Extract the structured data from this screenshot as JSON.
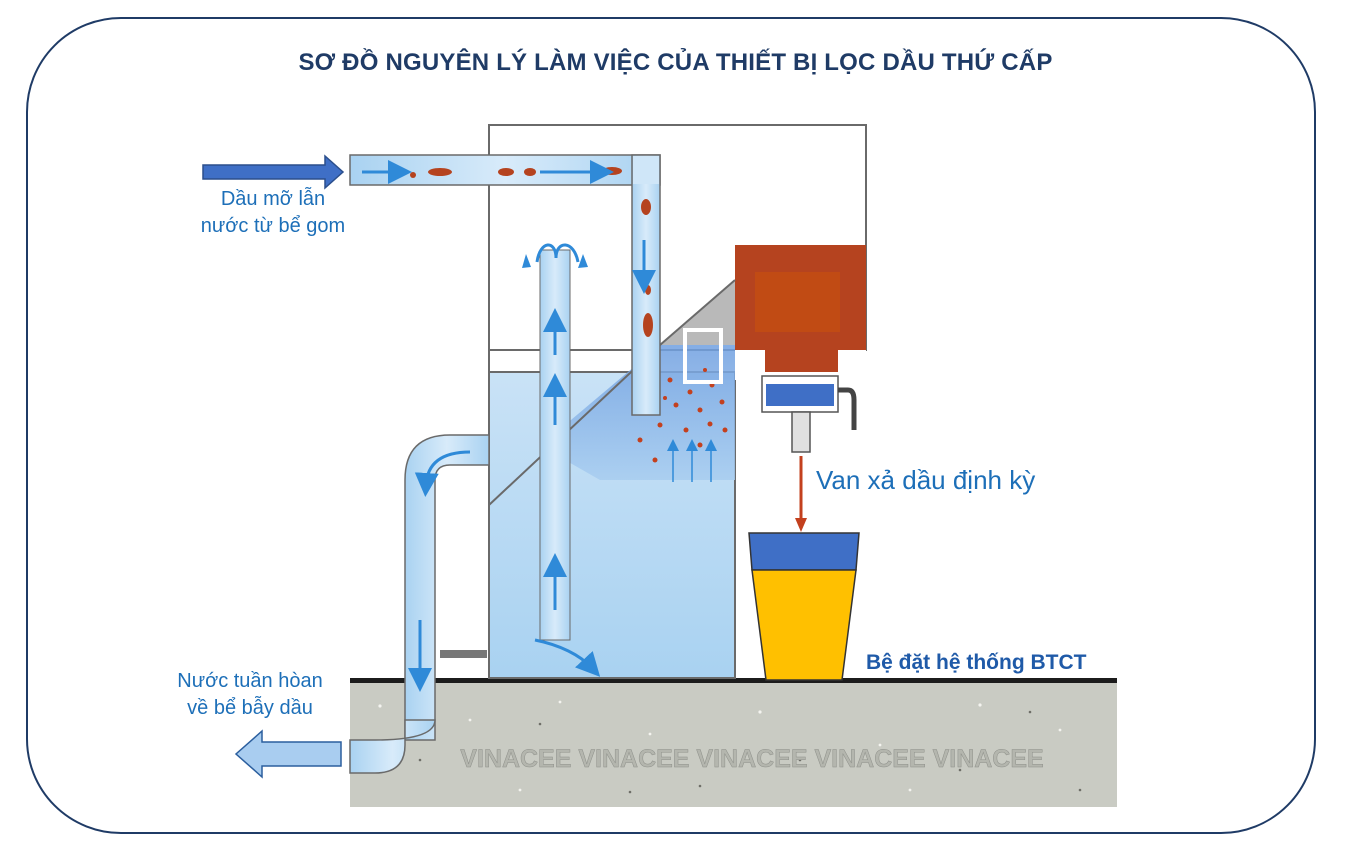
{
  "title": "SƠ ĐỒ NGUYÊN LÝ LÀM VIỆC CỦA THIẾT BỊ LỌC DẦU THỨ CẤP",
  "labels": {
    "inlet_line1": "Dầu mỡ lẫn",
    "inlet_line2": "nước từ bể gom",
    "outlet_line1": "Nước tuần hòan",
    "outlet_line2": "về bể bẫy dầu",
    "valve": "Van xả dầu định kỳ",
    "base": "Bệ đặt hệ thống BTCT"
  },
  "watermark": "VINACEE VINACEE VINACEE VINACEE VINACEE",
  "colors": {
    "frame": "#1f3b66",
    "text": "#1d6fb8",
    "oil": "#b5431f",
    "water": "#8fc3ea",
    "container": "#ffc000",
    "container_lid": "#3f6fc6",
    "ground": "#c9cbc3"
  }
}
